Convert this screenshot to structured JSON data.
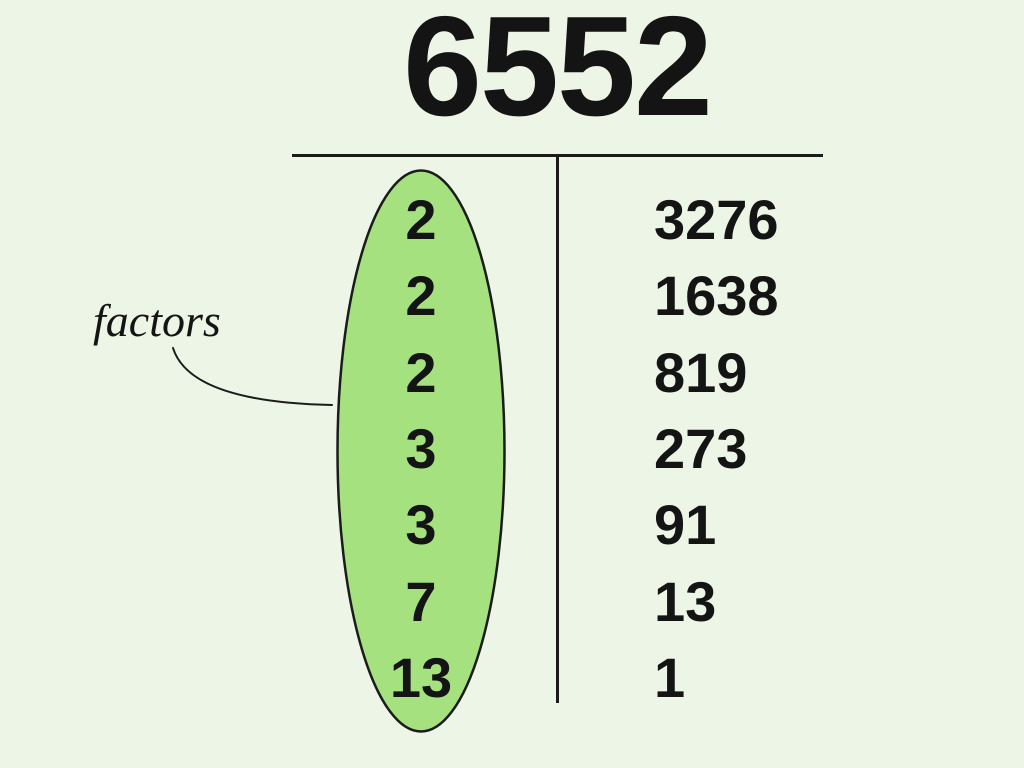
{
  "title": "6552",
  "annotation": {
    "label": "factors"
  },
  "division_ladder": {
    "rows": [
      {
        "factor": "2",
        "quotient": "3276"
      },
      {
        "factor": "2",
        "quotient": "1638"
      },
      {
        "factor": "2",
        "quotient": "819"
      },
      {
        "factor": "3",
        "quotient": "273"
      },
      {
        "factor": "3",
        "quotient": "91"
      },
      {
        "factor": "7",
        "quotient": "13"
      },
      {
        "factor": "13",
        "quotient": "1"
      }
    ]
  },
  "colors": {
    "background": "#edf5e6",
    "ellipse_fill": "#a6e17f",
    "stroke": "#1b1b1b",
    "text": "#141414"
  }
}
